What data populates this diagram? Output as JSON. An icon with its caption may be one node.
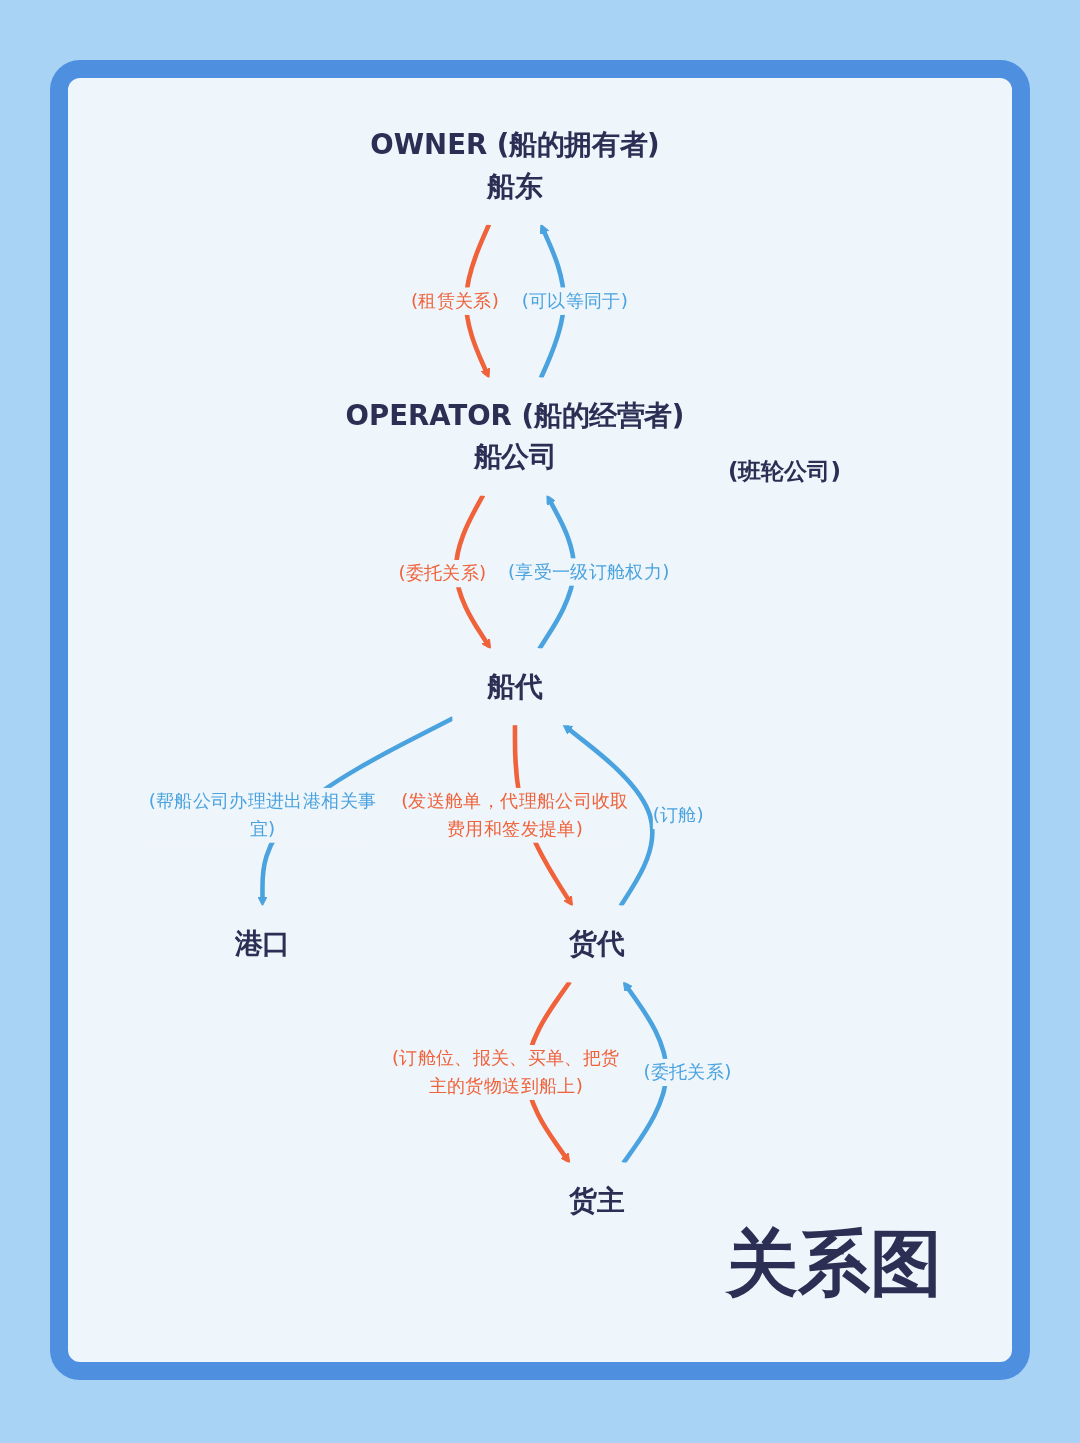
{
  "diagram": {
    "title": "关系图",
    "nodes": [
      {
        "text": [
          "OWNER (船的拥有者)",
          "船东"
        ]
      },
      {
        "text": [
          "OPERATOR (船的经营者)",
          "船公司"
        ],
        "beside": [
          "(班轮公司)"
        ]
      },
      {
        "text": [
          "船代"
        ]
      },
      {
        "text": [
          "港口"
        ]
      },
      {
        "text": [
          "货代"
        ]
      },
      {
        "text": [
          "货主"
        ]
      }
    ],
    "edges": [
      {
        "from": 0,
        "to": 1,
        "arrow": "to",
        "label": "(租赁关系)",
        "color": "#f0623a"
      },
      {
        "from": 1,
        "to": 0,
        "arrow": "to",
        "label": "(可以等同于)",
        "color": "#4aa3df"
      },
      {
        "from": 1,
        "to": 2,
        "arrow": "to",
        "label": "(委托关系)",
        "color": "#f0623a"
      },
      {
        "from": 2,
        "to": 1,
        "arrow": "to",
        "label": "(享受一级订舱权力)",
        "color": "#4aa3df"
      },
      {
        "from": 2,
        "to": 3,
        "arrow": "to",
        "label": "(帮船公司办理进出港相关事宜)",
        "color": "#4aa3df"
      },
      {
        "from": 2,
        "to": 4,
        "arrow": "to",
        "label": "(发送舱单，代理船公司收取费用和签发提单)",
        "color": "#f0623a"
      },
      {
        "from": 4,
        "to": 2,
        "arrow": "to",
        "label": "(订舱)",
        "color": "#4aa3df"
      },
      {
        "from": 4,
        "to": 5,
        "arrow": "to",
        "label": "(订舱位、报关、买单、把货主的货物送到船上)",
        "color": "#f0623a"
      },
      {
        "from": 5,
        "to": 4,
        "arrow": "to",
        "label": "(委托关系)",
        "color": "#4aa3df"
      }
    ]
  }
}
